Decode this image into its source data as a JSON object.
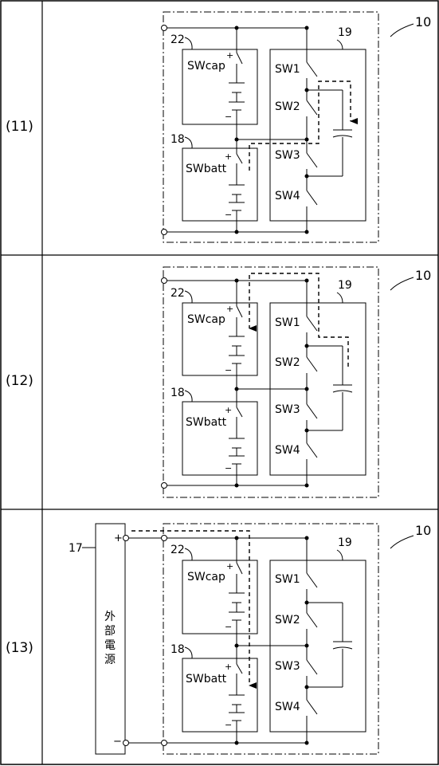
{
  "rows": [
    {
      "label": "(11)",
      "unit_ref": "10",
      "switch_block_ref": "19",
      "cap_block_ref": "22",
      "batt_block_ref": "18",
      "cap_switch": "SWcap",
      "batt_switch": "SWbatt",
      "switches": [
        "SW1",
        "SW2",
        "SW3",
        "SW4"
      ]
    },
    {
      "label": "(12)",
      "unit_ref": "10",
      "switch_block_ref": "19",
      "cap_block_ref": "22",
      "batt_block_ref": "18",
      "cap_switch": "SWcap",
      "batt_switch": "SWbatt",
      "switches": [
        "SW1",
        "SW2",
        "SW3",
        "SW4"
      ]
    },
    {
      "label": "(13)",
      "unit_ref": "10",
      "switch_block_ref": "19",
      "cap_block_ref": "22",
      "batt_block_ref": "18",
      "cap_switch": "SWcap",
      "batt_switch": "SWbatt",
      "switches": [
        "SW1",
        "SW2",
        "SW3",
        "SW4"
      ],
      "external_ref": "17",
      "external_label": "外部電源",
      "plus": "+",
      "minus": "−"
    }
  ],
  "polarity": {
    "plus": "+",
    "minus": "−"
  }
}
